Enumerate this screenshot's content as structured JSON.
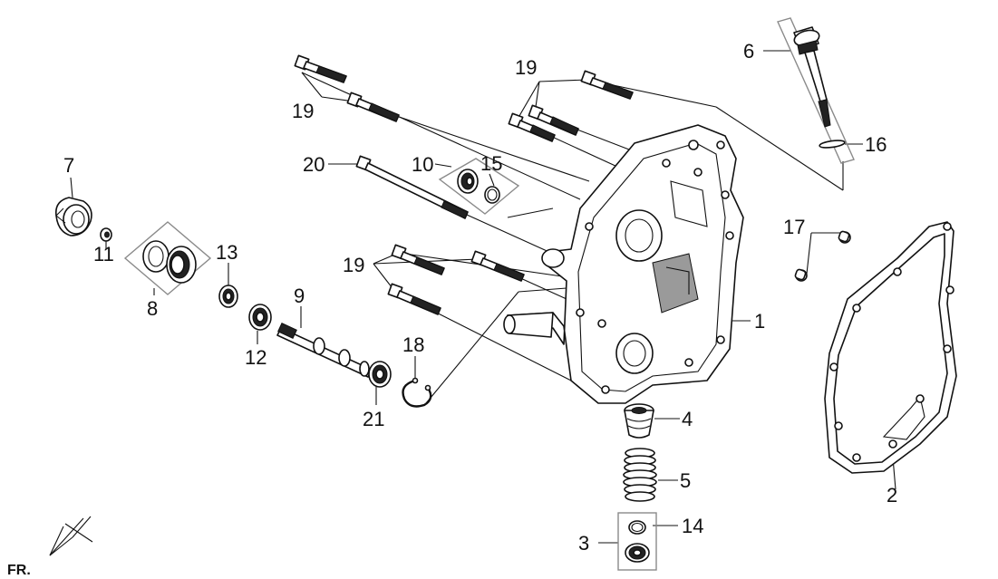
{
  "callouts": [
    {
      "id": "c1",
      "text": "1"
    },
    {
      "id": "c2",
      "text": "2"
    },
    {
      "id": "c3",
      "text": "3"
    },
    {
      "id": "c4",
      "text": "4"
    },
    {
      "id": "c5",
      "text": "5"
    },
    {
      "id": "c6",
      "text": "6"
    },
    {
      "id": "c7",
      "text": "7"
    },
    {
      "id": "c8",
      "text": "8"
    },
    {
      "id": "c9",
      "text": "9"
    },
    {
      "id": "c10",
      "text": "10"
    },
    {
      "id": "c11",
      "text": "11"
    },
    {
      "id": "c12",
      "text": "12"
    },
    {
      "id": "c13",
      "text": "13"
    },
    {
      "id": "c14",
      "text": "14"
    },
    {
      "id": "c15",
      "text": "15"
    },
    {
      "id": "c16",
      "text": "16"
    },
    {
      "id": "c17",
      "text": "17"
    },
    {
      "id": "c18",
      "text": "18"
    },
    {
      "id": "c19a",
      "text": "19"
    },
    {
      "id": "c19b",
      "text": "19"
    },
    {
      "id": "c19c",
      "text": "19"
    },
    {
      "id": "c20",
      "text": "20"
    },
    {
      "id": "c21",
      "text": "21"
    }
  ],
  "direction_label": "FR.",
  "colors": {
    "line": "#111111",
    "box": "#8a8a8a",
    "background": "#ffffff"
  }
}
